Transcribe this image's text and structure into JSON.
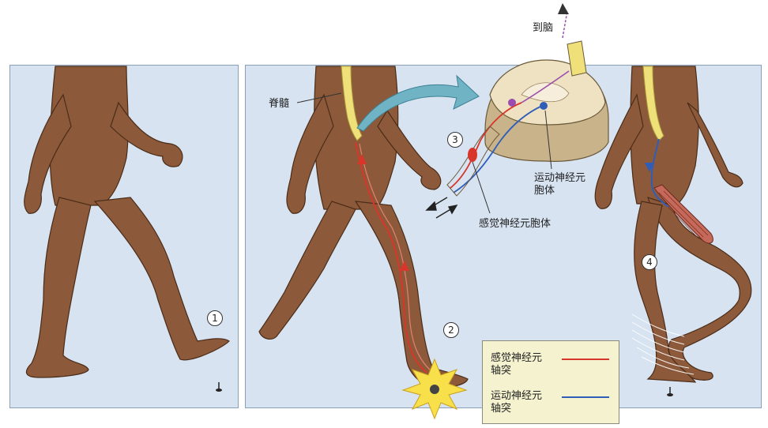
{
  "labels": {
    "to_brain": "到脑",
    "spinal_cord": "脊髓",
    "motor_neuron_body": "运动神经元\n胞体",
    "sensory_neuron_body": "感觉神经元胞体"
  },
  "steps": [
    "1",
    "2",
    "3",
    "4"
  ],
  "legend": {
    "sensory": {
      "label": "感觉神经元\n轴突",
      "color": "#d9362b"
    },
    "motor": {
      "label": "运动神经元\n轴突",
      "color": "#2f5db8"
    }
  },
  "colors": {
    "panel_bg": "#d7e3f1",
    "skin": "#8c5a3a",
    "spinal_cord": "#f0e07a",
    "gray_matter": "#efe2c2",
    "arrow_teal": "#6fb3c4"
  }
}
